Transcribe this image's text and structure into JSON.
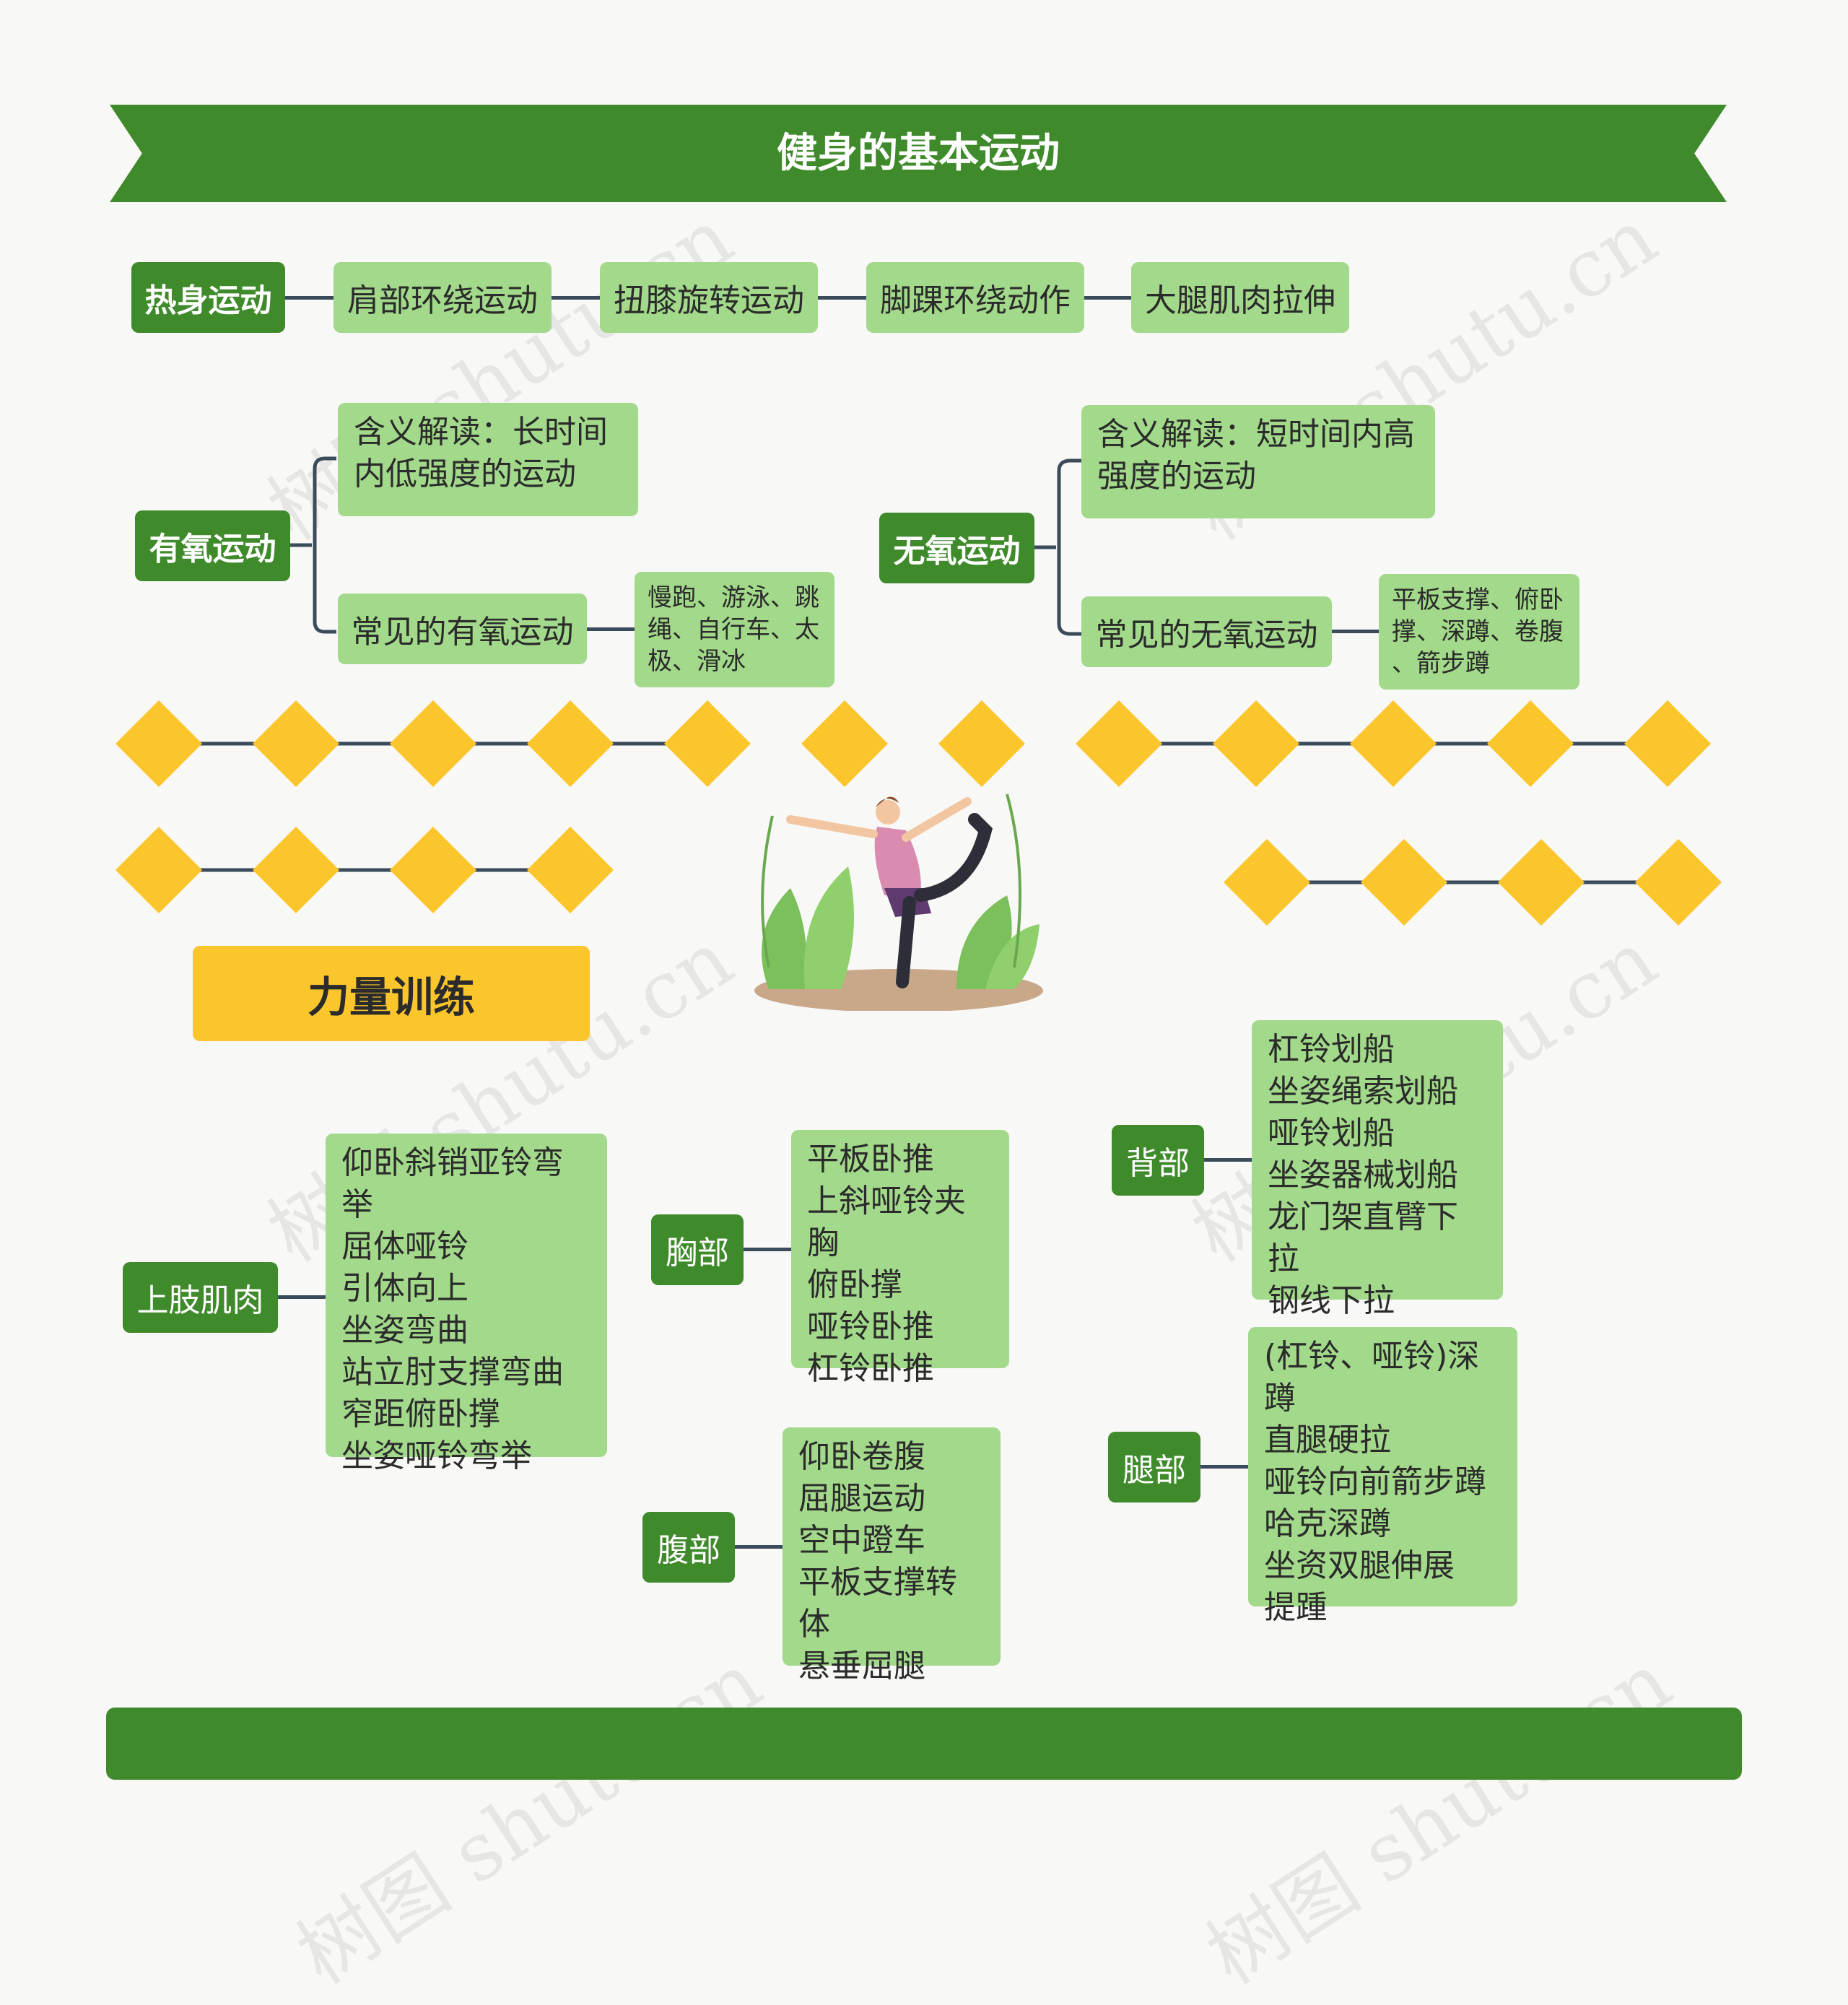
{
  "title": "健身的基本运动",
  "warmup": {
    "label": "热身运动",
    "items": [
      "肩部环绕运动",
      "扭膝旋转运动",
      "脚踝环绕动作",
      "大腿肌肉拉伸"
    ]
  },
  "aerobic": {
    "label": "有氧运动",
    "meaning": "含义解读：长时间\n内低强度的运动",
    "common_label": "常见的有氧运动",
    "common_items": "慢跑、游泳、跳\n绳、自行车、太\n极、滑冰"
  },
  "anaerobic": {
    "label": "无氧运动",
    "meaning": "含义解读：短时间内高\n强度的运动",
    "common_label": "常见的无氧运动",
    "common_items": "平板支撑、俯卧\n撑、深蹲、卷腹\n、箭步蹲"
  },
  "strength": {
    "label": "力量训练",
    "upper_limb": {
      "label": "上肢肌肉",
      "items": "仰卧斜销亚铃弯举\n屈体哑铃\n引体向上\n坐姿弯曲\n站立肘支撑弯曲\n窄距俯卧撑\n坐姿哑铃弯举"
    },
    "chest": {
      "label": "胸部",
      "items": "平板卧推\n上斜哑铃夹胸\n俯卧撑\n哑铃卧推\n杠铃卧推"
    },
    "abs": {
      "label": "腹部",
      "items": "仰卧卷腹\n屈腿运动\n空中蹬车\n平板支撑转体\n悬垂屈腿"
    },
    "back": {
      "label": "背部",
      "items": "杠铃划船\n坐姿绳索划船\n哑铃划船\n坐姿器械划船\n龙门架直臂下拉\n钢线下拉"
    },
    "legs": {
      "label": "腿部",
      "items": "(杠铃、哑铃)深蹲\n直腿硬拉\n哑铃向前箭步蹲\n哈克深蹲\n坐资双腿伸展\n提踵"
    }
  },
  "watermark": "树图 shutu.cn",
  "colors": {
    "dark_green": "#3f8a2b",
    "light_green": "#a2d98a",
    "yellow": "#fbc52c",
    "connector": "#3a4b5c"
  }
}
